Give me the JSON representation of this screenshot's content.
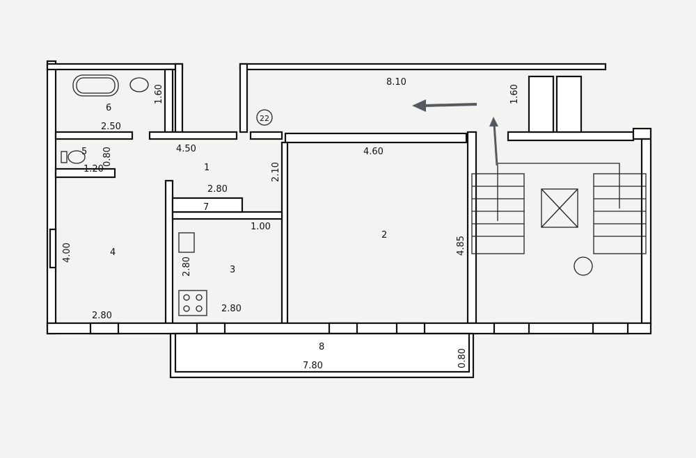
{
  "colors": {
    "background": "#f3f3f1",
    "lines": "#111111",
    "arrow": "#555a60"
  },
  "corridor": {
    "length": "8.10",
    "width": "1.60",
    "number": "22"
  },
  "stair_landing": {
    "width": "1.60"
  },
  "room6": {
    "number": "6",
    "width": "2.50",
    "depth": "1.60"
  },
  "room5": {
    "number": "5",
    "width": "1.20",
    "depth": "0.80"
  },
  "room1": {
    "number": "1",
    "length": "4.50",
    "width": "2.10"
  },
  "room7": {
    "number": "7",
    "length": "2.80",
    "width": "1.00"
  },
  "room2": {
    "number": "2",
    "width": "4.60",
    "depth": "4.85"
  },
  "room4": {
    "number": "4",
    "width": "2.80",
    "depth": "4.00"
  },
  "room3": {
    "number": "3",
    "width": "2.80",
    "depth": "2.80"
  },
  "room8": {
    "number": "8",
    "length": "7.80",
    "width": "0.80"
  }
}
